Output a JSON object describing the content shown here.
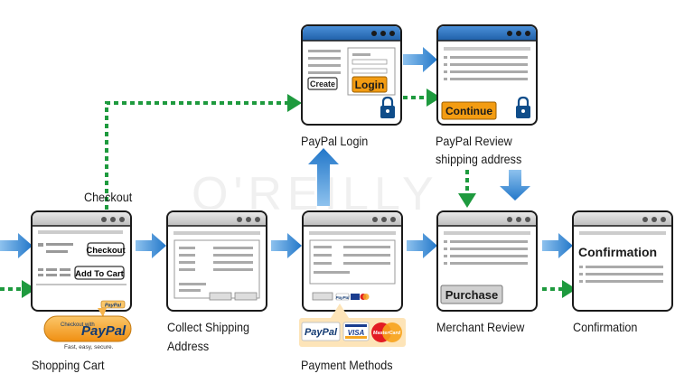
{
  "watermark": "O'REILLY",
  "steps": {
    "shopping_cart": {
      "label": "Shopping Cart",
      "checkout_button": "Checkout",
      "add_to_cart_button": "Add To Cart",
      "badge_text": "PayPal",
      "promo": {
        "small_text": "Checkout with",
        "brand": "PayPal",
        "tagline": "Fast, easy, secure."
      }
    },
    "collect_shipping": {
      "label_line1": "Collect Shipping",
      "label_line2": "Address"
    },
    "payment_methods": {
      "label": "Payment Methods",
      "badge_text": "PayPal",
      "cards": {
        "paypal": "PayPal",
        "visa": "VISA",
        "mastercard": "MasterCard"
      }
    },
    "paypal_login": {
      "label": "PayPal Login",
      "create_button": "Create",
      "login_button": "Login"
    },
    "paypal_review": {
      "label_line1": "PayPal Review",
      "label_line2": "shipping address",
      "continue_button": "Continue"
    },
    "merchant_review": {
      "label": "Merchant Review",
      "purchase_button": "Purchase"
    },
    "confirmation": {
      "label": "Confirmation",
      "heading": "Confirmation"
    }
  },
  "flow_labels": {
    "checkout": "Checkout"
  },
  "colors": {
    "window_bar": "#2b6cb7",
    "window_border": "#1a1a1a",
    "arrow_blue": "#2b7fcf",
    "arrow_green": "#1e9a3e",
    "button_orange": "#f39c12",
    "button_gray": "#d9d9d9",
    "lock": "#0f4d8a"
  }
}
